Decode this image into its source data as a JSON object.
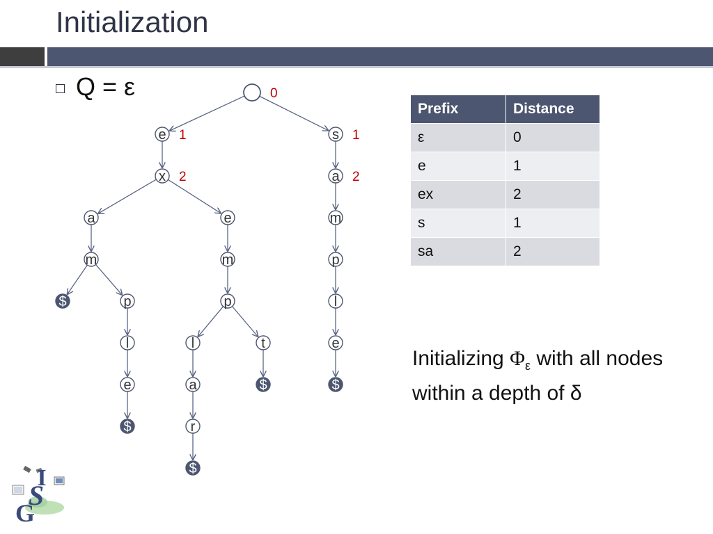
{
  "title": "Initialization",
  "bullet": "Q = ε",
  "tree": {
    "nodes": [
      {
        "id": "root",
        "label": "",
        "distance": "0"
      },
      {
        "id": "e1",
        "label": "e",
        "distance": "1"
      },
      {
        "id": "x1",
        "label": "x",
        "distance": "2"
      },
      {
        "id": "s1",
        "label": "s",
        "distance": "1"
      },
      {
        "id": "a2",
        "label": "a",
        "distance": "2"
      },
      {
        "id": "a1",
        "label": "a"
      },
      {
        "id": "e2",
        "label": "e"
      },
      {
        "id": "m3",
        "label": "m"
      },
      {
        "id": "m1",
        "label": "m"
      },
      {
        "id": "m2",
        "label": "m"
      },
      {
        "id": "p3",
        "label": "p"
      },
      {
        "id": "d1",
        "label": "$",
        "terminal": true
      },
      {
        "id": "p1",
        "label": "p"
      },
      {
        "id": "p2",
        "label": "p"
      },
      {
        "id": "l3",
        "label": "l"
      },
      {
        "id": "l1",
        "label": "l"
      },
      {
        "id": "l2",
        "label": "l"
      },
      {
        "id": "t1",
        "label": "t"
      },
      {
        "id": "e4",
        "label": "e"
      },
      {
        "id": "e3",
        "label": "e"
      },
      {
        "id": "a3",
        "label": "a"
      },
      {
        "id": "d3",
        "label": "$",
        "terminal": true
      },
      {
        "id": "d4",
        "label": "$",
        "terminal": true
      },
      {
        "id": "d2",
        "label": "$",
        "terminal": true
      },
      {
        "id": "r1",
        "label": "r"
      },
      {
        "id": "d5",
        "label": "$",
        "terminal": true
      }
    ],
    "edges": [
      [
        "root",
        "e1"
      ],
      [
        "root",
        "s1"
      ],
      [
        "e1",
        "x1"
      ],
      [
        "x1",
        "a1"
      ],
      [
        "x1",
        "e2"
      ],
      [
        "a1",
        "m1"
      ],
      [
        "m1",
        "d1"
      ],
      [
        "m1",
        "p1"
      ],
      [
        "p1",
        "l1"
      ],
      [
        "l1",
        "e3"
      ],
      [
        "e3",
        "d2"
      ],
      [
        "e2",
        "m2"
      ],
      [
        "m2",
        "p2"
      ],
      [
        "p2",
        "l2"
      ],
      [
        "p2",
        "t1"
      ],
      [
        "l2",
        "a3"
      ],
      [
        "a3",
        "r1"
      ],
      [
        "r1",
        "d5"
      ],
      [
        "t1",
        "d3"
      ],
      [
        "s1",
        "a2"
      ],
      [
        "a2",
        "m3"
      ],
      [
        "m3",
        "p3"
      ],
      [
        "p3",
        "l3"
      ],
      [
        "l3",
        "e4"
      ],
      [
        "e4",
        "d4"
      ]
    ],
    "colors": {
      "edge": "#5b6684",
      "node_stroke": "#4d5670",
      "terminal_fill": "#4d5670",
      "distance": "#c00000"
    }
  },
  "table": {
    "headers": [
      "Prefix",
      "Distance"
    ],
    "rows": [
      [
        "ε",
        "0"
      ],
      [
        "e",
        "1"
      ],
      [
        "ex",
        "2"
      ],
      [
        "s",
        "1"
      ],
      [
        "sa",
        "2"
      ]
    ]
  },
  "note": {
    "before": "Initializing ",
    "symbol": "Φ",
    "subscript": "ε",
    "after": " with all nodes within a depth of δ"
  },
  "logo": {
    "letters": "IGS"
  }
}
